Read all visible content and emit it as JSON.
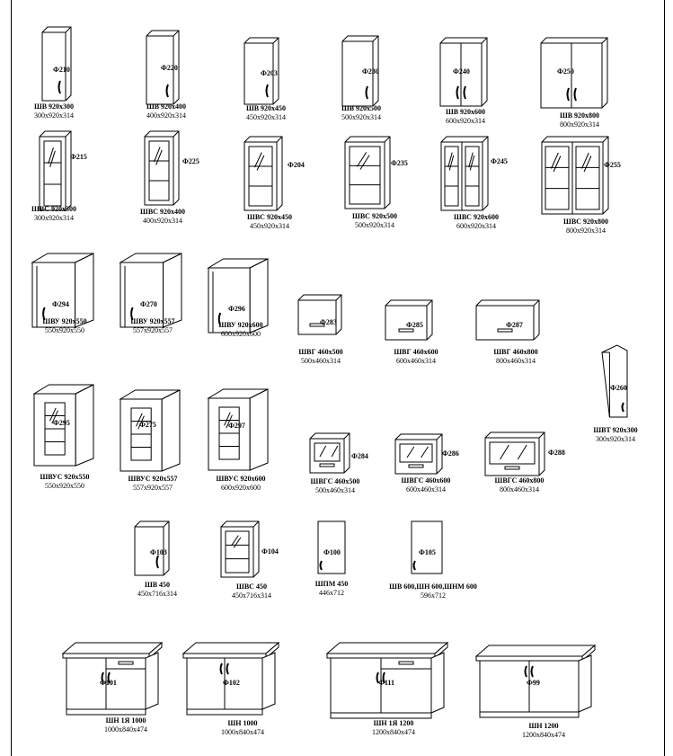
{
  "items": [
    {
      "kind": "tall",
      "code": "Ф210",
      "name": "ШВ 920x300",
      "dims": "300x920x314"
    },
    {
      "kind": "tall",
      "code": "Ф220",
      "name": "ШВ 920x400",
      "dims": "400x920x314"
    },
    {
      "kind": "tall",
      "code": "Ф203",
      "name": "ШВ 920x450",
      "dims": "450x920x314"
    },
    {
      "kind": "tall",
      "code": "Ф230",
      "name": "ШВ 920x500",
      "dims": "500x920x314"
    },
    {
      "kind": "tall2",
      "code": "Ф240",
      "name": "ШВ 920x600",
      "dims": "600x920x314"
    },
    {
      "kind": "tall2",
      "code": "Ф250",
      "name": "ШВ 920x800",
      "dims": "800x920x314"
    },
    {
      "kind": "glass",
      "code": "Ф215",
      "name": "ШВС 920x300",
      "dims": "300x920x314"
    },
    {
      "kind": "glass",
      "code": "Ф225",
      "name": "ШВС 920x400",
      "dims": "400x920x314"
    },
    {
      "kind": "glass",
      "code": "Ф204",
      "name": "ШВС 920x450",
      "dims": "450x920x314"
    },
    {
      "kind": "glass",
      "code": "Ф235",
      "name": "ШВС 920x500",
      "dims": "500x920x314"
    },
    {
      "kind": "glass2",
      "code": "Ф245",
      "name": "ШВС 920x600",
      "dims": "600x920x314"
    },
    {
      "kind": "glass2",
      "code": "Ф255",
      "name": "ШВС 920x800",
      "dims": "800x920x314"
    },
    {
      "kind": "corner",
      "code": "Ф294",
      "name": "ШВУ 920x550",
      "dims": "550x920x550"
    },
    {
      "kind": "corner",
      "code": "Ф270",
      "name": "ШВУ 920x557",
      "dims": "557x920x557"
    },
    {
      "kind": "corner",
      "code": "Ф296",
      "name": "ШВУ 920x600",
      "dims": "600x920x600"
    },
    {
      "kind": "low",
      "code": "Ф283",
      "name": "ШВГ 460x500",
      "dims": "500x460x314"
    },
    {
      "kind": "low",
      "code": "Ф285",
      "name": "ШВГ 460x600",
      "dims": "600x460x314"
    },
    {
      "kind": "low",
      "code": "Ф287",
      "name": "ШВГ 460x800",
      "dims": "800x460x314"
    },
    {
      "kind": "end",
      "code": "Ф260",
      "name": "ШВТ 920x300",
      "dims": "300x920x314"
    },
    {
      "kind": "cornerglass",
      "code": "Ф295",
      "name": "ШВУС 920x550",
      "dims": "550x920x550"
    },
    {
      "kind": "cornerglass",
      "code": "Ф275",
      "name": "ШВУС 920x557",
      "dims": "557x920x557"
    },
    {
      "kind": "cornerglass",
      "code": "Ф297",
      "name": "ШВУС 920x600",
      "dims": "600x920x600"
    },
    {
      "kind": "lowglass",
      "code": "Ф284",
      "name": "ШВГС 460x500",
      "dims": "500x460x314"
    },
    {
      "kind": "lowglass",
      "code": "Ф286",
      "name": "ШВГС 460x600",
      "dims": "600x460x314"
    },
    {
      "kind": "lowglass",
      "code": "Ф288",
      "name": "ШВГС 460x800",
      "dims": "800x460x314"
    },
    {
      "kind": "tall",
      "code": "Ф103",
      "name": "ШВ 450",
      "dims": "450x716x314"
    },
    {
      "kind": "glass",
      "code": "Ф104",
      "name": "ШВС 450",
      "dims": "450x716x314"
    },
    {
      "kind": "panel",
      "code": "Ф100",
      "name": "ШПМ 450",
      "dims": "446x712"
    },
    {
      "kind": "panel",
      "code": "Ф105",
      "name": "ШВ 600,ШН 600,ШНМ 600",
      "dims": "596x712"
    },
    {
      "kind": "island1",
      "code": "Ф101",
      "name": "ШН 1Я 1000",
      "dims": "1000x840x474"
    },
    {
      "kind": "island0",
      "code": "Ф102",
      "name": "ШН  1000",
      "dims": "1000x840x474"
    },
    {
      "kind": "island1",
      "code": "Ф111",
      "name": "ШН 1Я 1200",
      "dims": "1200x840x474"
    },
    {
      "kind": "island0",
      "code": "Ф99",
      "name": "ШН  1200",
      "dims": "1200x840x474"
    }
  ]
}
